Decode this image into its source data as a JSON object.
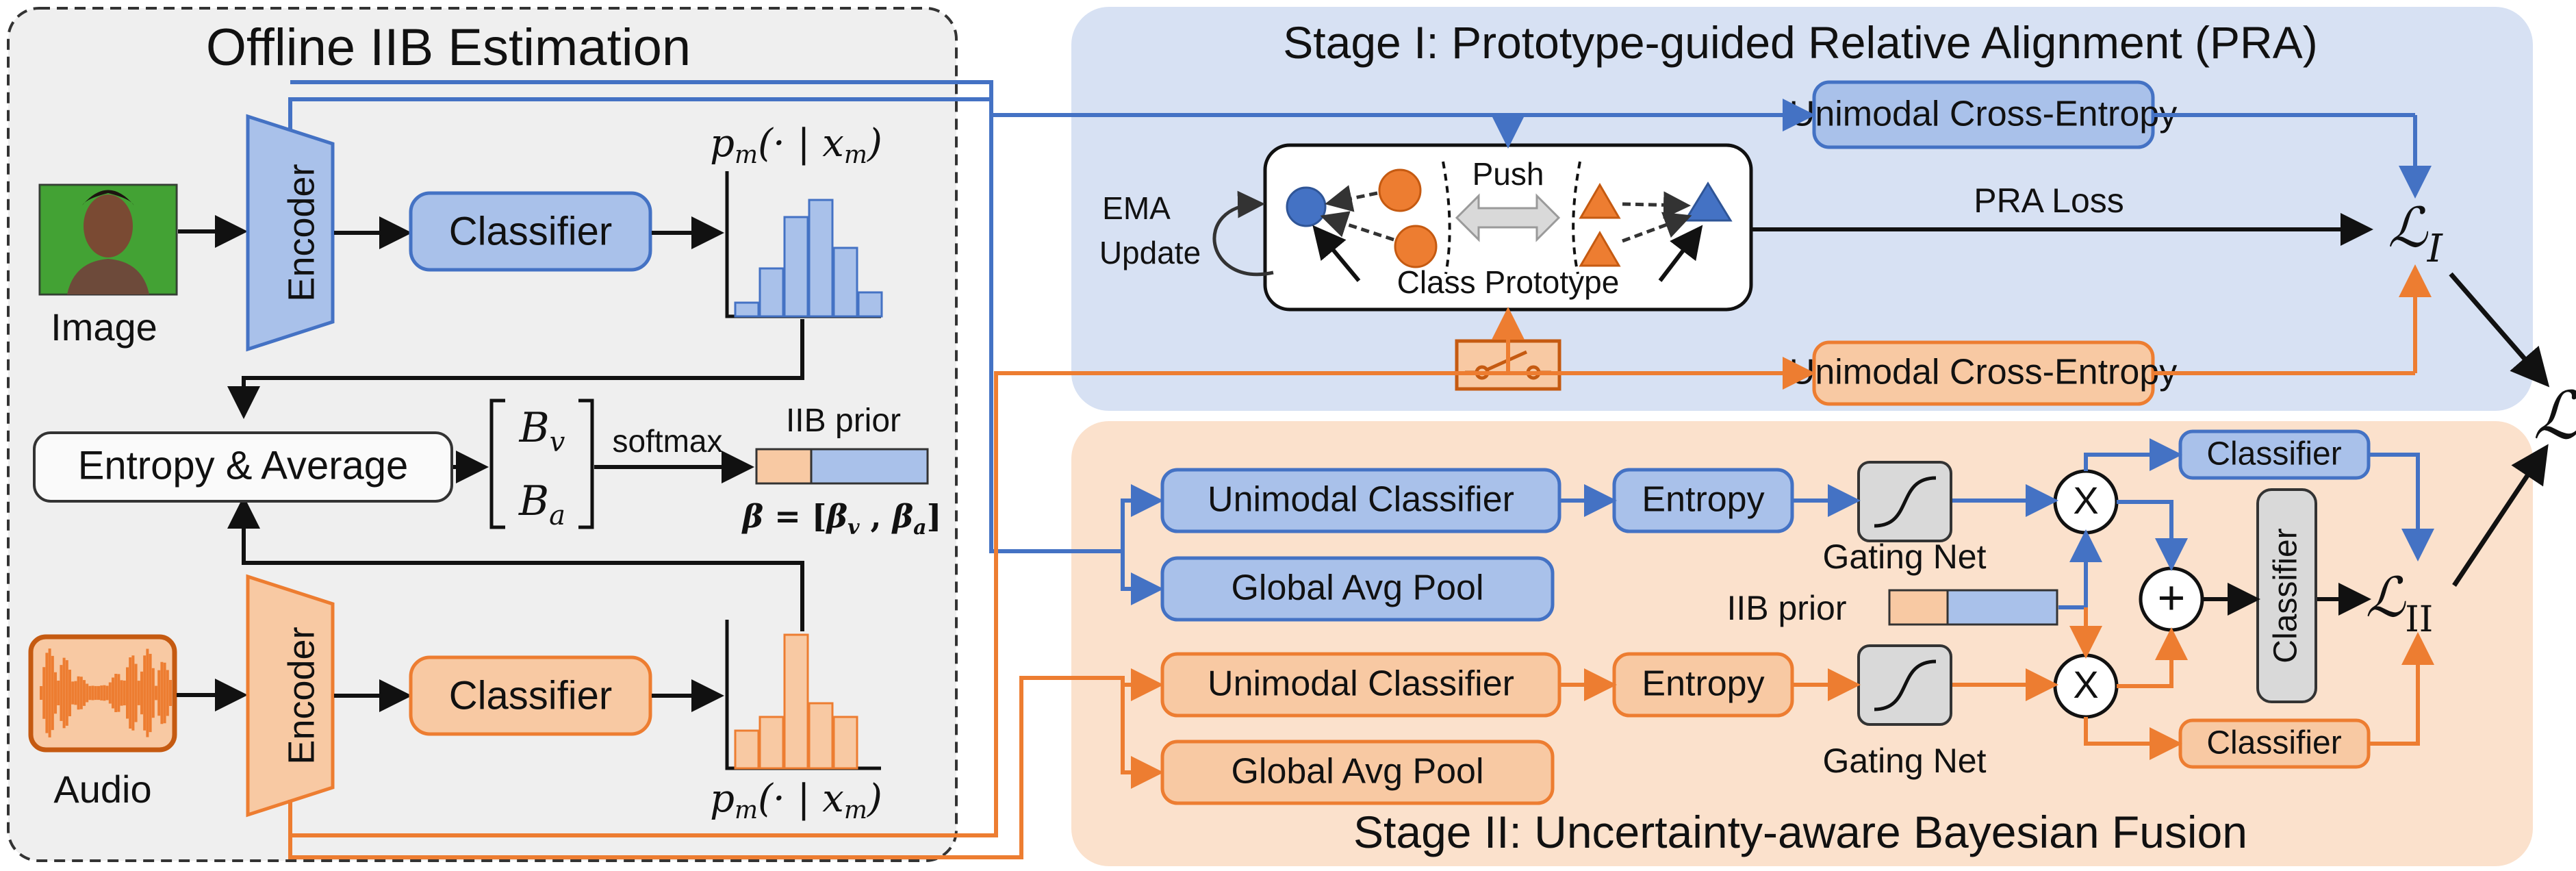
{
  "offline": {
    "title": "Offline IIB Estimation",
    "image_label": "Image",
    "audio_label": "Audio",
    "encoder_label": "Encoder",
    "classifier_label": "Classifier",
    "dist_label": "pm(·| xm)",
    "entropy_average": "Entropy & Average",
    "b_v": "Bv",
    "b_a": "Ba",
    "softmax": "softmax",
    "iib_prior": "IIB prior",
    "beta_eq": "β = [βv , βa]"
  },
  "stage1": {
    "title": "Stage I: Prototype-guided Relative Alignment (PRA)",
    "ce_blue": "Unimodal Cross-Entropy",
    "ce_orange": "Unimodal Cross-Entropy",
    "ema": "EMA",
    "update": "Update",
    "push": "Push",
    "class_prototype": "Class Prototype",
    "pra_loss": "PRA Loss",
    "loss_i": "LI"
  },
  "stage2": {
    "title": "Stage II: Uncertainty-aware Bayesian Fusion",
    "uni_cls": "Unimodal Classifier",
    "gap": "Global Avg Pool",
    "entropy": "Entropy",
    "gating": "Gating Net",
    "iib_prior": "IIB prior",
    "classifier": "Classifier",
    "mult": "X",
    "plus": "+",
    "loss_ii": "LII"
  },
  "loss_total": "L",
  "colors": {
    "blue": "#4472c4",
    "blue_fill": "#a9c1ea",
    "orange": "#ed7d31",
    "orange_fill": "#f8c9a3",
    "panel_gray": "#efefef",
    "panel_blue": "#d7e1f3",
    "panel_orange": "#fbe1cc"
  }
}
